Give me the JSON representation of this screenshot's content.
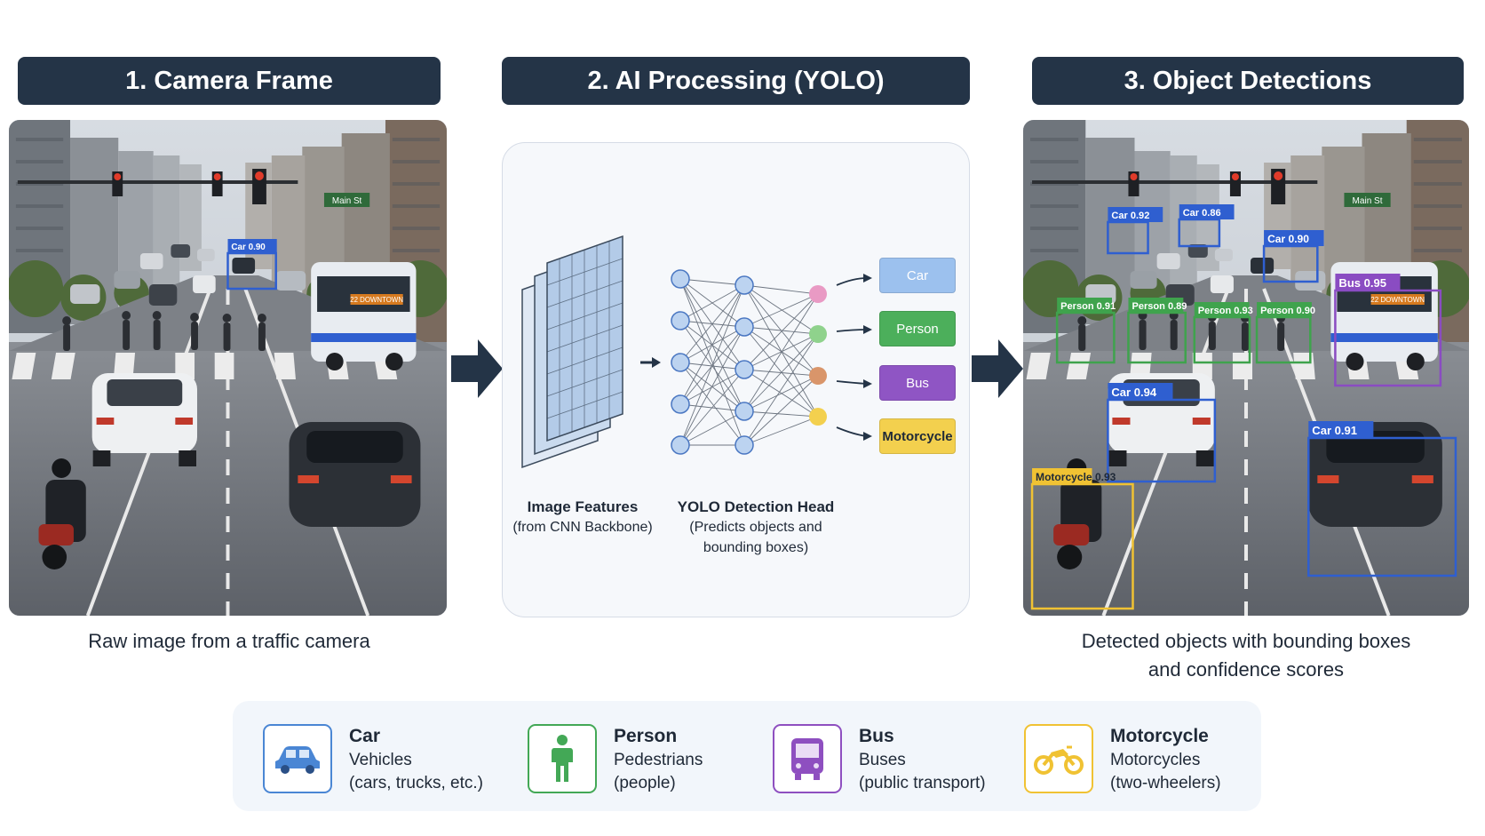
{
  "panels": {
    "camera": {
      "title": "1. Camera Frame",
      "caption": "Raw image from a traffic camera",
      "street_sign": "Main St",
      "bus_sign": "22 DOWNTOWN",
      "inset_label": "Car 0.90"
    },
    "processing": {
      "title": "2. AI Processing (YOLO)",
      "features_title": "Image Features",
      "features_sub": "(from CNN Backbone)",
      "head_title": "YOLO Detection Head",
      "head_sub_1": "(Predicts objects and",
      "head_sub_2": "bounding boxes)",
      "classes": [
        "Car",
        "Person",
        "Bus",
        "Motorcycle"
      ]
    },
    "detections": {
      "title": "3. Object Detections",
      "caption_line1": "Detected objects with bounding boxes",
      "caption_line2": "and confidence scores",
      "street_sign": "Main St",
      "bus_sign": "22 DOWNTOWN",
      "labels": {
        "car_1": "Car 0.92",
        "car_2": "Car 0.86",
        "car_3": "Car 0.90",
        "bus": "Bus 0.95",
        "person_1": "Person 0.91",
        "person_2": "Person 0.89",
        "person_3": "Person 0.93",
        "person_4": "Person 0.90",
        "car_4": "Car 0.94",
        "car_5": "Car 0.91",
        "motorcycle": "Motorcycle 0.93"
      }
    }
  },
  "legend": [
    {
      "name": "Car",
      "line1": "Vehicles",
      "line2": "(cars, trucks, etc.)",
      "icon": "car-icon",
      "color": "#4a86d4"
    },
    {
      "name": "Person",
      "line1": "Pedestrians",
      "line2": "(people)",
      "icon": "person-icon",
      "color": "#43a856"
    },
    {
      "name": "Bus",
      "line1": "Buses",
      "line2": "(public transport)",
      "icon": "bus-icon",
      "color": "#8e4fc0"
    },
    {
      "name": "Motorcycle",
      "line1": "Motorcycles",
      "line2": "(two-wheelers)",
      "icon": "motorcycle-icon",
      "color": "#f0c233"
    }
  ],
  "colors": {
    "header": "#243447",
    "car": "#2f5fd0",
    "person": "#3fa34d",
    "bus": "#8a4cc2",
    "motorcycle": "#f0c233"
  }
}
